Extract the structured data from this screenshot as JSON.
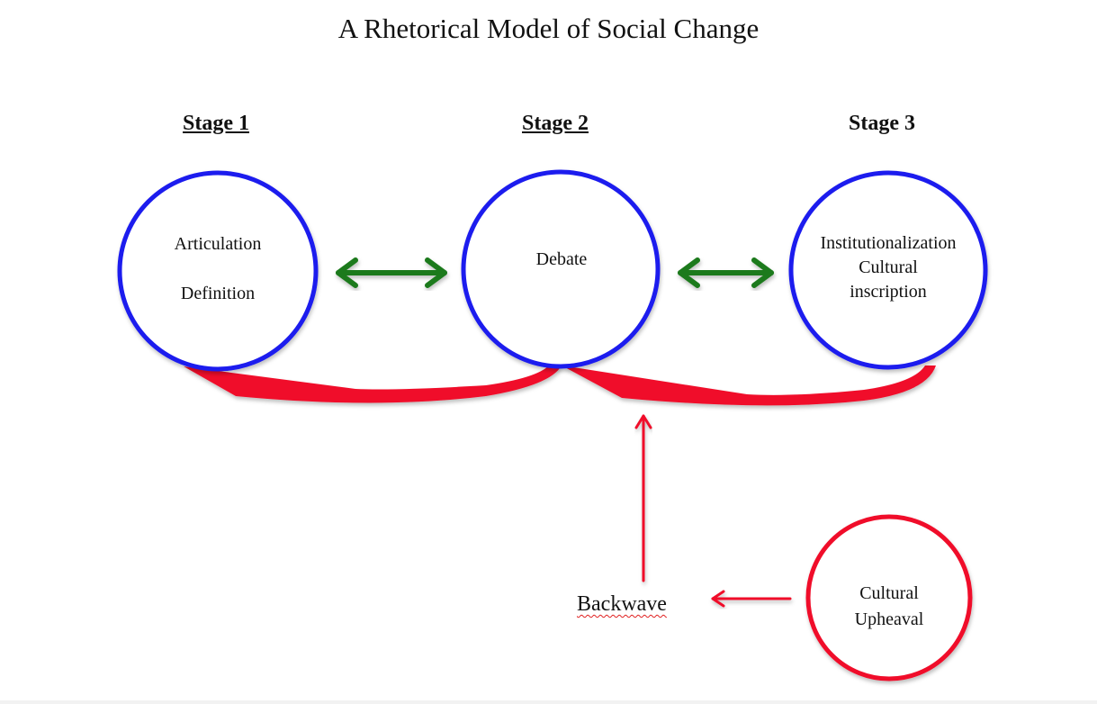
{
  "title": "A Rhetorical Model of Social Change",
  "stages": [
    {
      "label": "Stage 1",
      "underlined": true,
      "items": [
        "Articulation",
        "Definition"
      ]
    },
    {
      "label": "Stage 2",
      "underlined": true,
      "items": [
        "Debate"
      ]
    },
    {
      "label": "Stage 3",
      "underlined": false,
      "items": [
        "Institutionalization",
        "Cultural",
        "inscription"
      ]
    }
  ],
  "backwave": {
    "label": "Backwave"
  },
  "upheaval": {
    "line1": "Cultural",
    "line2": "Upheaval"
  },
  "colors": {
    "stage_circle": "#1a1aee",
    "connector_arrow": "#1f7a1f",
    "backwave": "#f0102a"
  }
}
